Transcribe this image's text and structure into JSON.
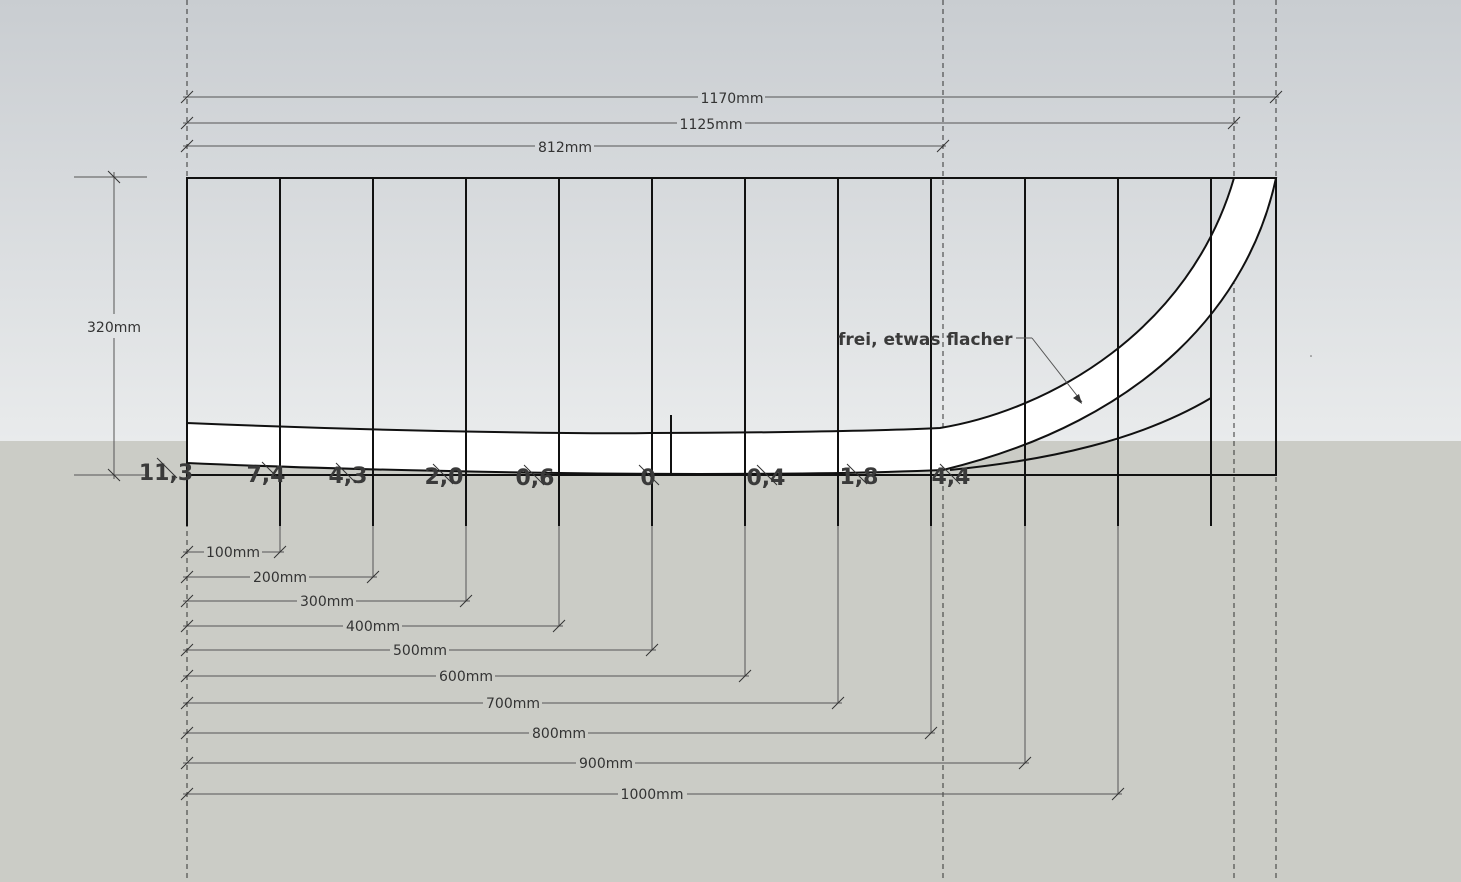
{
  "colors": {
    "sky_top": "#c9cdd1",
    "sky_bottom": "#e9ebec",
    "ground": "#cbccc6",
    "board_fill": "#ffffff",
    "line": "#111111",
    "dim_line": "#555555",
    "text": "#333333"
  },
  "top_dimensions": [
    "1170mm",
    "1125mm",
    "812mm"
  ],
  "height_dimension": "320mm",
  "station_values": [
    "11,3",
    "7,4",
    "4,3",
    "2,0",
    "0,6",
    "0",
    "0,4",
    "1,8",
    "4,4"
  ],
  "bottom_dimensions": [
    "100mm",
    "200mm",
    "300mm",
    "400mm",
    "500mm",
    "600mm",
    "700mm",
    "800mm",
    "900mm",
    "1000mm"
  ],
  "annotation": "frei, etwas flacher"
}
